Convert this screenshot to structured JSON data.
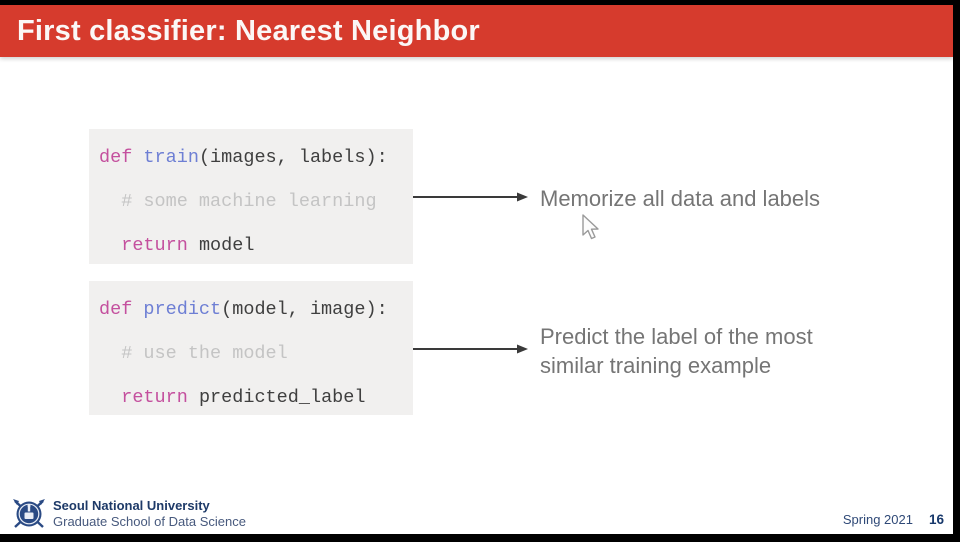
{
  "header": {
    "title": "First classifier: Nearest Neighbor"
  },
  "code": {
    "train": {
      "line1": {
        "kw": "def ",
        "fn": "train",
        "rest": "(images, labels):"
      },
      "line2": {
        "comment": "  # some machine learning"
      },
      "line3": {
        "indent": "  ",
        "kw": "return",
        "rest": " model"
      }
    },
    "predict": {
      "line1": {
        "kw": "def ",
        "fn": "predict",
        "rest": "(model, image):"
      },
      "line2": {
        "comment": "  # use the model"
      },
      "line3": {
        "indent": "  ",
        "kw": "return",
        "rest": " predicted_label"
      }
    }
  },
  "annotations": {
    "memorize": "Memorize all data and labels",
    "predict_line1": "Predict the label of the most",
    "predict_line2": "similar training example"
  },
  "footer": {
    "university": "Seoul National University",
    "school": "Graduate School of Data Science",
    "semester": "Spring 2021",
    "page_number": "16"
  },
  "colors": {
    "header_red": "#d63b2d",
    "code_keyword": "#c4509e",
    "code_function": "#6e7fd4",
    "code_comment": "#c4c4c4",
    "code_text": "#3f3f3f",
    "code_background": "#f1f0ef",
    "annotation_text": "#757575",
    "footer_navy": "#1e3a68"
  }
}
